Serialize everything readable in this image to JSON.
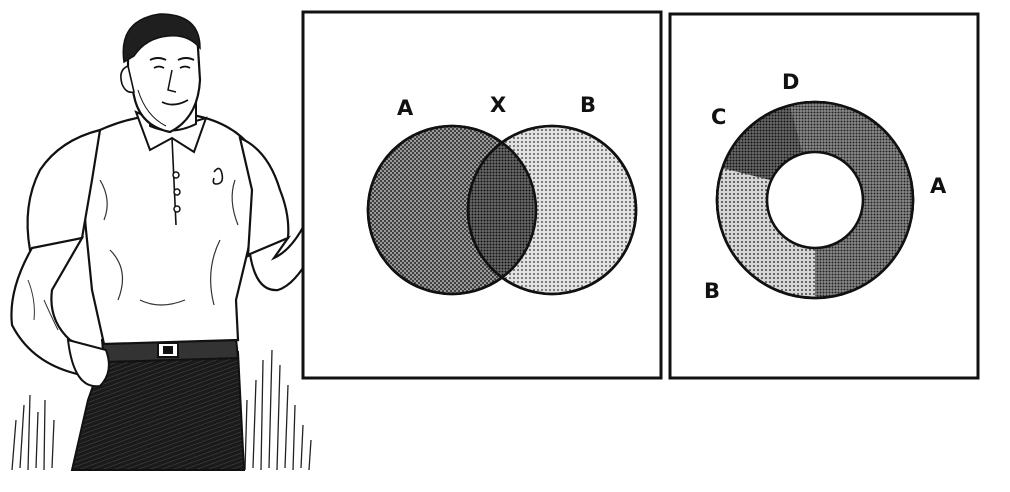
{
  "venn_panel": {
    "label_left": "A",
    "label_intersection": "X",
    "label_right": "B"
  },
  "ring_panel": {
    "label_top": "D",
    "label_upper_left": "C",
    "label_right": "A",
    "label_lower_left": "B"
  },
  "colors": {
    "ink": "#111111",
    "paper": "#ffffff",
    "dark_fill": "#7a7a7a",
    "light_fill": "#c4c4c4",
    "overlap_fill": "#4e4e4e"
  }
}
